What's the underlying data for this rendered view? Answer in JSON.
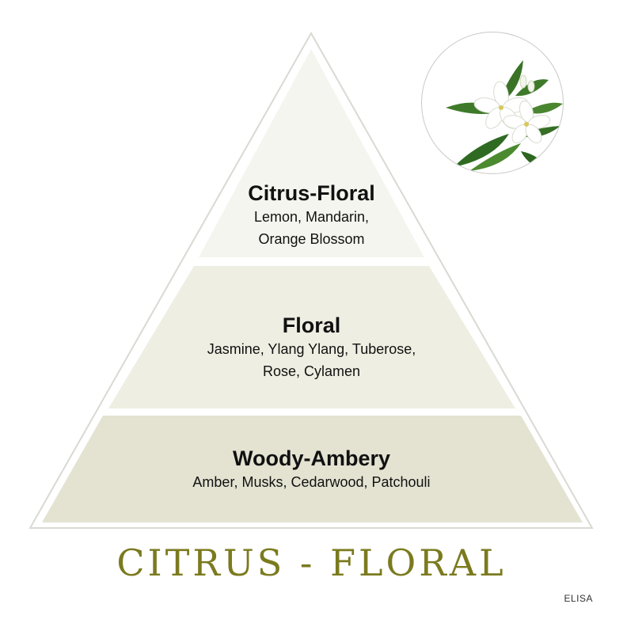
{
  "diagram": {
    "tiers": [
      {
        "title": "Citrus-Floral",
        "notes": "Lemon, Mandarin,\nOrange Blossom",
        "color": "#f5f5ef"
      },
      {
        "title": "Floral",
        "notes": "Jasmine, Ylang Ylang, Tuberose,\nRose, Cylamen",
        "color": "#eeeee2"
      },
      {
        "title": "Woody-Ambery",
        "notes": "Amber, Musks, Cedarwood, Patchouli",
        "color": "#e4e3d2"
      }
    ],
    "outline_color": "#d9d9d4",
    "image": "jasmine-flower-image"
  },
  "heading": "CITRUS - FLORAL",
  "heading_color": "#7b7a1f",
  "brand": "ELISA"
}
